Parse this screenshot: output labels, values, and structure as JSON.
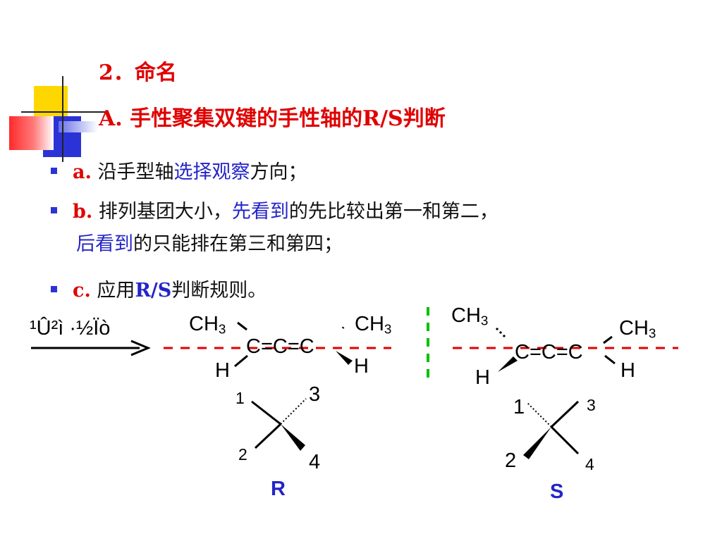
{
  "heading": {
    "section": "2．命名",
    "subtitle_prefix": "A. 手性聚集双键的手性轴的",
    "subtitle_rs": "R/S",
    "subtitle_suffix": "判断"
  },
  "bullets": {
    "a": {
      "label": "a.",
      "t1": " 沿手型轴",
      "highlight": "选择观察",
      "t2": "方向；"
    },
    "b": {
      "label": "b.",
      "t1": " 排列基团大小，",
      "highlight": "先看到",
      "t2": "的先比较出第一和第二，",
      "highlight2": "后看到",
      "t3": "的只能排在第三和第四；"
    },
    "c": {
      "label": "c.",
      "t1": " 应用",
      "highlight": "R/S",
      "t2": "判断规则。"
    }
  },
  "diagram": {
    "garbled_label": "¹Û²ì ·½Ïò",
    "left_molecule": {
      "ch3_left": "CH",
      "ch3_left_sub": "3",
      "ch3_right": "CH",
      "ch3_right_sub": "3",
      "chain": "C=C=C",
      "h_left": "H",
      "h_right": "H"
    },
    "right_molecule": {
      "ch3_left": "CH",
      "ch3_left_sub": "3",
      "ch3_right": "CH",
      "ch3_right_sub": "3",
      "chain": "C=C=C",
      "h_left": "H",
      "h_right": "H"
    },
    "left_projection": {
      "n1": "1",
      "n2": "2",
      "n3": "3",
      "n4": "4",
      "config": "R"
    },
    "right_projection": {
      "n1": "1",
      "n2": "2",
      "n3": "3",
      "n4": "4",
      "config": "S"
    },
    "colors": {
      "axis_red": "#e00000",
      "divider_green": "#00c000",
      "title_red": "#e00000",
      "highlight_blue": "#2424c8"
    }
  }
}
